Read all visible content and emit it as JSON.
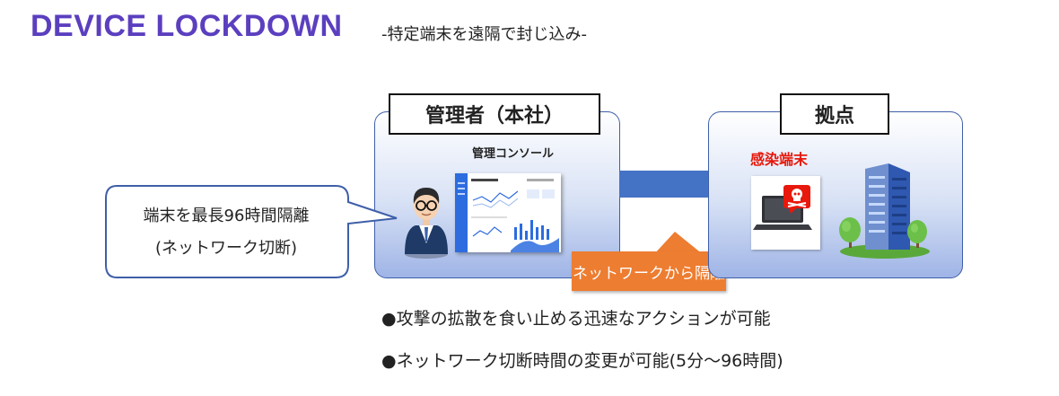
{
  "title": {
    "main": "DEVICE LOCKDOWN",
    "subtitle": "-特定端末を遠隔で封じ込み-"
  },
  "admin_panel": {
    "label": "管理者（本社）",
    "console_label": "管理コンソール"
  },
  "site_panel": {
    "label": "拠点",
    "infected_label": "感染端末"
  },
  "isolation_callout": "ネットワークから隔離",
  "speech_bubble": {
    "line1": "端末を最長96時間隔離",
    "line2": "(ネットワーク切断)"
  },
  "bullets": [
    "●攻撃の拡散を食い止める迅速なアクションが可能",
    "●ネットワーク切断時間の変更が可能(5分～96時間)"
  ],
  "colors": {
    "title": "#5b3fbf",
    "arrow": "#4472c4",
    "callout": "#ed7d31",
    "infected": "#e8180c",
    "panel_border": "#3e5fa8"
  },
  "icons": [
    "admin-person-icon",
    "dashboard-illustration",
    "infected-laptop-icon",
    "skull-icon",
    "office-building-icon",
    "tree-icon"
  ]
}
